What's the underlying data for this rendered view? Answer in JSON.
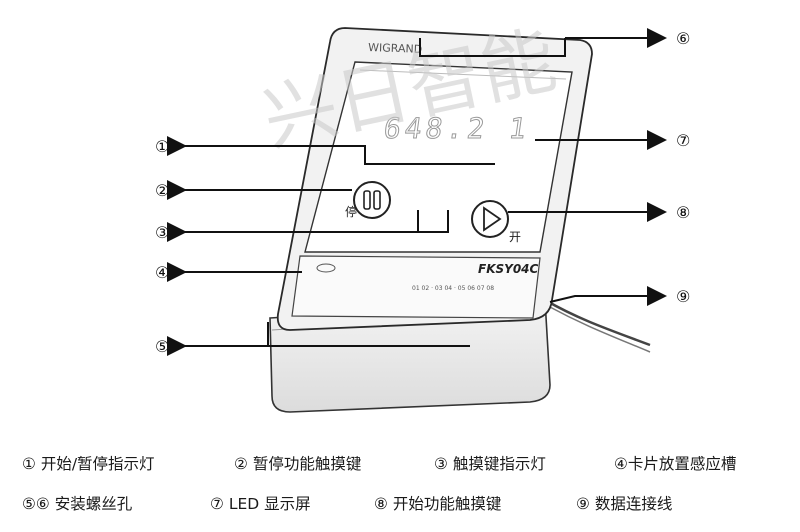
{
  "device": {
    "top_brand": "WIGRAND",
    "display_reading": "648.2 1",
    "pause_button_char": "停",
    "start_button_char": "开",
    "model": "FKSY04C",
    "indicator_strip": "01 02 · 03 04 · 05 06 07 08"
  },
  "watermark": "兴日智能",
  "callouts": [
    {
      "marker": "①"
    },
    {
      "marker": "②"
    },
    {
      "marker": "③"
    },
    {
      "marker": "④"
    },
    {
      "marker": "⑤"
    },
    {
      "marker": "⑥"
    },
    {
      "marker": "⑦"
    },
    {
      "marker": "⑧"
    },
    {
      "marker": "⑨"
    }
  ],
  "legend": {
    "row1": [
      "① 开始/暂停指示灯",
      "② 暂停功能触摸键",
      "③ 触摸键指示灯",
      "④卡片放置感应槽"
    ],
    "row2": [
      "⑤⑥ 安装螺丝孔",
      "⑦ LED 显示屏",
      "⑧ 开始功能触摸键",
      "⑨ 数据连接线"
    ]
  }
}
